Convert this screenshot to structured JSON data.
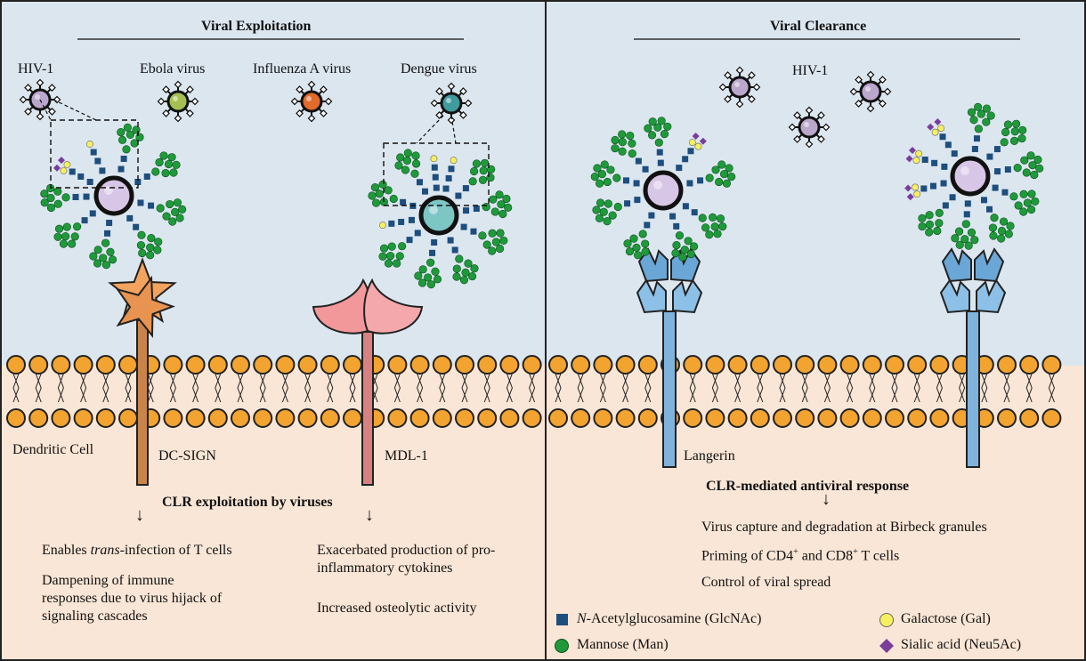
{
  "colors": {
    "extracellular": "#dce6ef",
    "cytoplasm": "#fae6d6",
    "lipid_head": "#f2a330",
    "dc_sign": "#f2a35e",
    "mdl1": "#f2979a",
    "langerin": "#7fb3dc",
    "glcnac": "#1d4e7d",
    "mannose": "#1f9a3a",
    "galactose": "#f6f060",
    "sialic": "#7a3d9c",
    "virion_hiv": "#bba6cc",
    "virion_ebola": "#a6bf52",
    "virion_influenza": "#e26a2b",
    "virion_dengue": "#3f9c9e"
  },
  "left_panel": {
    "title": "Viral Exploitation",
    "viruses": [
      "HIV-1",
      "Ebola virus",
      "Influenza A virus",
      "Dengue virus"
    ],
    "cell_label": "Dendritic Cell",
    "receptors": [
      "DC-SIGN",
      "MDL-1"
    ],
    "outcome_heading": "CLR exploitation by viruses",
    "arrow": "↓",
    "col1": {
      "line1_pre": "Enables ",
      "line1_italic": "trans",
      "line1_post": "-infection of T cells",
      "line2": "Dampening of immune",
      "line3": "responses due to virus hijack of",
      "line4": "signaling cascades"
    },
    "col2": {
      "line1": "Exacerbated production of pro-",
      "line2": "inflammatory cytokines",
      "line3": "Increased osteolytic  activity"
    }
  },
  "right_panel": {
    "title": "Viral Clearance",
    "virus": "HIV-1",
    "receptor": "Langerin",
    "outcome_heading": "CLR-mediated antiviral response",
    "arrow": "↓",
    "items": {
      "capture": "Virus capture and degradation at Birbeck granules",
      "priming_pre": "Priming of CD4",
      "priming_sup1": "+",
      "priming_mid": " and CD8",
      "priming_sup2": "+",
      "priming_post": "  T cells",
      "spread": "Control of viral spread"
    }
  },
  "legend": {
    "glcnac_italic": "N",
    "glcnac_rest": "-Acetylglucosamine (GlcNAc)",
    "galactose": "Galactose (Gal)",
    "mannose": "Mannose (Man)",
    "sialic": "Sialic acid (Neu5Ac)"
  }
}
